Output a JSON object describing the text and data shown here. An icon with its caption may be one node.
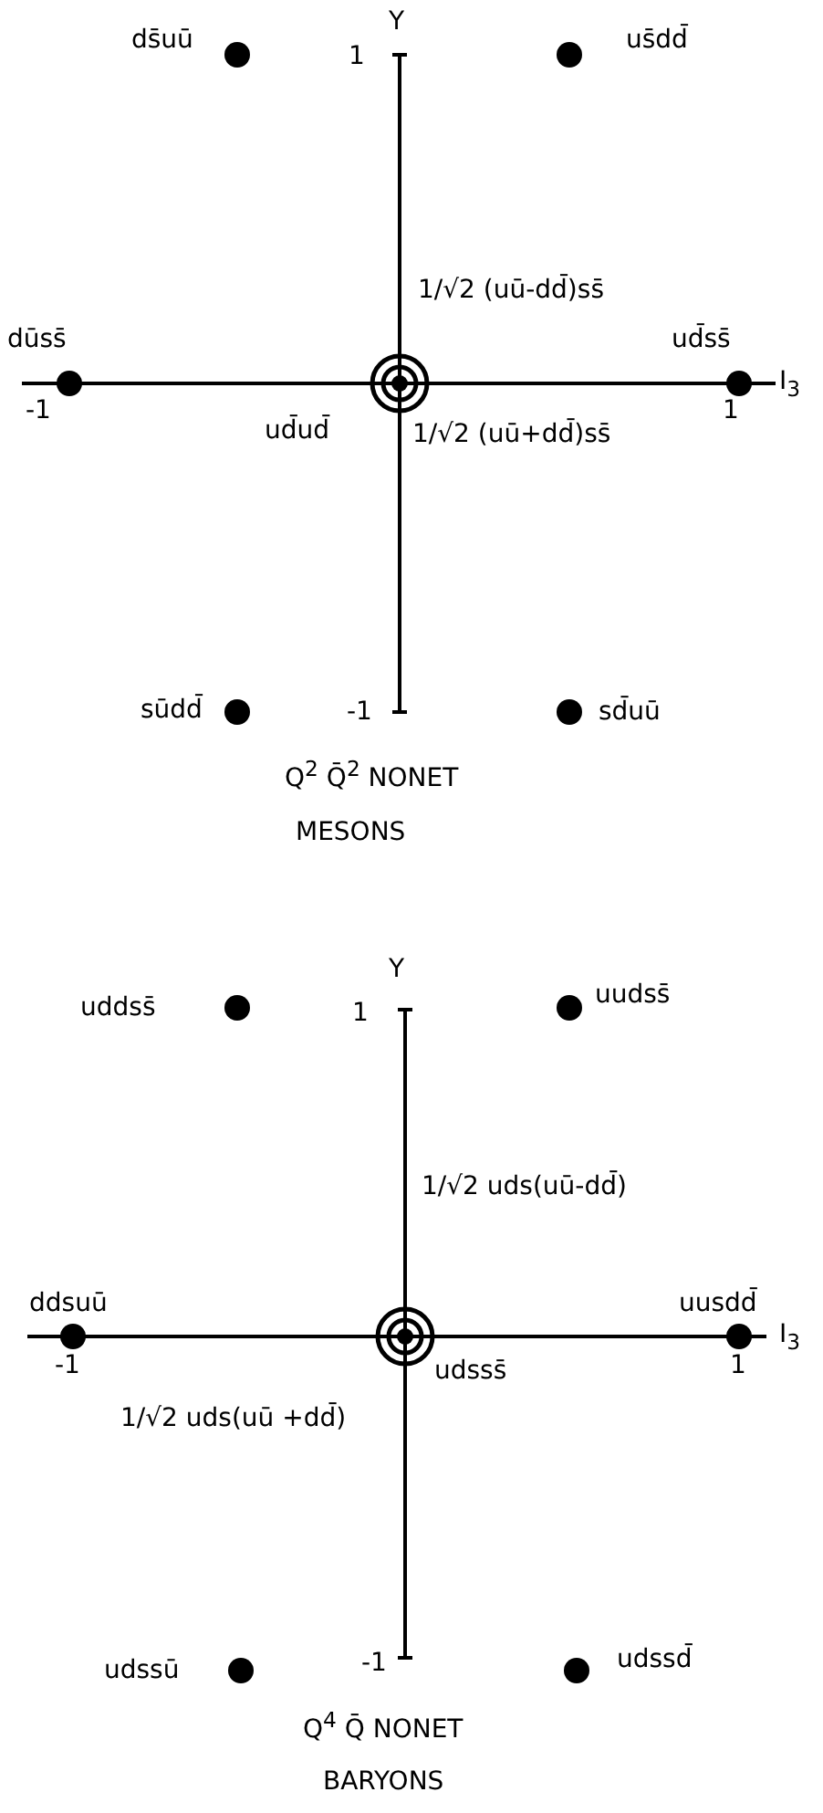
{
  "diagram": {
    "labels": [
      "Y",
      "ds̄uū",
      "us̄dd̄",
      "1",
      "1/√2 (uū-dd̄)ss̄",
      "dūss̄",
      "ud̄ss̄",
      "I$_{3}$",
      "-1",
      "1",
      "ud̄ud̄",
      "1/√2 (uū+dd̄)ss̄",
      "sūdd̄",
      "-1",
      "sd̄uū",
      "Q$^{2}$ Q̄$^{2}$ NONET",
      "MESONS",
      "Y",
      "uddss̄",
      "1",
      "uudss̄",
      "1/√2 uds(uū-dd̄)",
      "ddsuū",
      "uusdd̄",
      "I$_{3}$",
      "-1",
      "udsss̄",
      "1",
      "1/√2 uds(uū +dd̄)",
      "udssū",
      "-1",
      "udssd̄",
      "Q$^{4}$ Q̄ NONET",
      "BARYONS"
    ]
  }
}
